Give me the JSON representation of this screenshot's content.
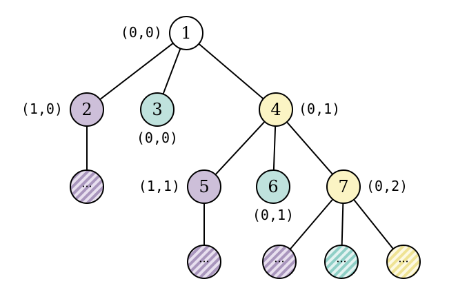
{
  "tree": {
    "nodes": [
      {
        "id": "1",
        "label": "1",
        "fill": "white",
        "coord": "(0,0)"
      },
      {
        "id": "2",
        "label": "2",
        "fill": "purple",
        "coord": "(1,0)"
      },
      {
        "id": "3",
        "label": "3",
        "fill": "teal",
        "coord": "(0,0)"
      },
      {
        "id": "4",
        "label": "4",
        "fill": "yellow",
        "coord": "(0,1)"
      },
      {
        "id": "5",
        "label": "5",
        "fill": "purple",
        "coord": "(1,1)"
      },
      {
        "id": "6",
        "label": "6",
        "fill": "teal",
        "coord": "(0,1)"
      },
      {
        "id": "7",
        "label": "7",
        "fill": "yellow",
        "coord": "(0,2)"
      },
      {
        "id": "2a",
        "label": "···",
        "fill": "purple-hatched",
        "coord": ""
      },
      {
        "id": "5a",
        "label": "···",
        "fill": "purple-hatched",
        "coord": ""
      },
      {
        "id": "7a",
        "label": "···",
        "fill": "purple-hatched",
        "coord": ""
      },
      {
        "id": "7b",
        "label": "···",
        "fill": "teal-hatched",
        "coord": ""
      },
      {
        "id": "7c",
        "label": "···",
        "fill": "yellow-hatched",
        "coord": ""
      }
    ],
    "edges": [
      [
        "1",
        "2"
      ],
      [
        "1",
        "3"
      ],
      [
        "1",
        "4"
      ],
      [
        "2",
        "2a"
      ],
      [
        "4",
        "5"
      ],
      [
        "4",
        "6"
      ],
      [
        "4",
        "7"
      ],
      [
        "5",
        "5a"
      ],
      [
        "7",
        "7a"
      ],
      [
        "7",
        "7b"
      ],
      [
        "7",
        "7c"
      ]
    ]
  },
  "colors": {
    "white": "#ffffff",
    "purple": "#cdbfd9",
    "teal": "#bfe2dd",
    "yellow": "#fbf4c4",
    "purple_hatch": "#a996bd",
    "teal_hatch": "#8fcfc6",
    "yellow_hatch": "#efe394",
    "stroke": "#000000"
  }
}
